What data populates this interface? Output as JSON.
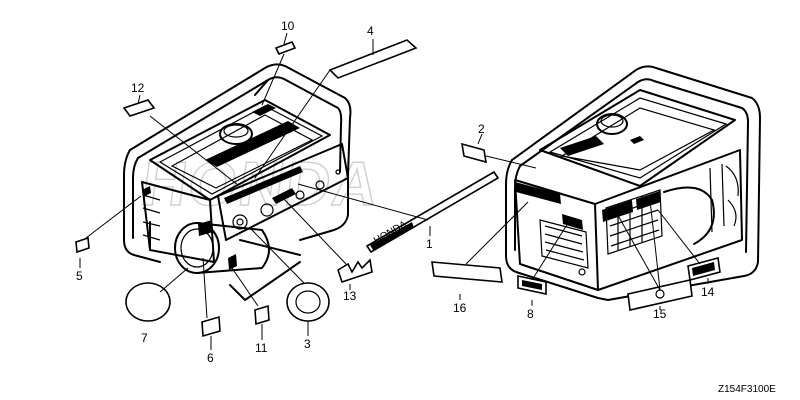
{
  "watermark": "HONDA",
  "diagram_code": "Z154F3100E",
  "label_tag_text": "HONDA",
  "callouts": [
    {
      "id": "1",
      "text": "1"
    },
    {
      "id": "2",
      "text": "2"
    },
    {
      "id": "3",
      "text": "3"
    },
    {
      "id": "4",
      "text": "4"
    },
    {
      "id": "5",
      "text": "5"
    },
    {
      "id": "6",
      "text": "6"
    },
    {
      "id": "7",
      "text": "7"
    },
    {
      "id": "8",
      "text": "8"
    },
    {
      "id": "10",
      "text": "10"
    },
    {
      "id": "11",
      "text": "11"
    },
    {
      "id": "12",
      "text": "12"
    },
    {
      "id": "13",
      "text": "13"
    },
    {
      "id": "14",
      "text": "14"
    },
    {
      "id": "15",
      "text": "15"
    },
    {
      "id": "16",
      "text": "16"
    }
  ]
}
